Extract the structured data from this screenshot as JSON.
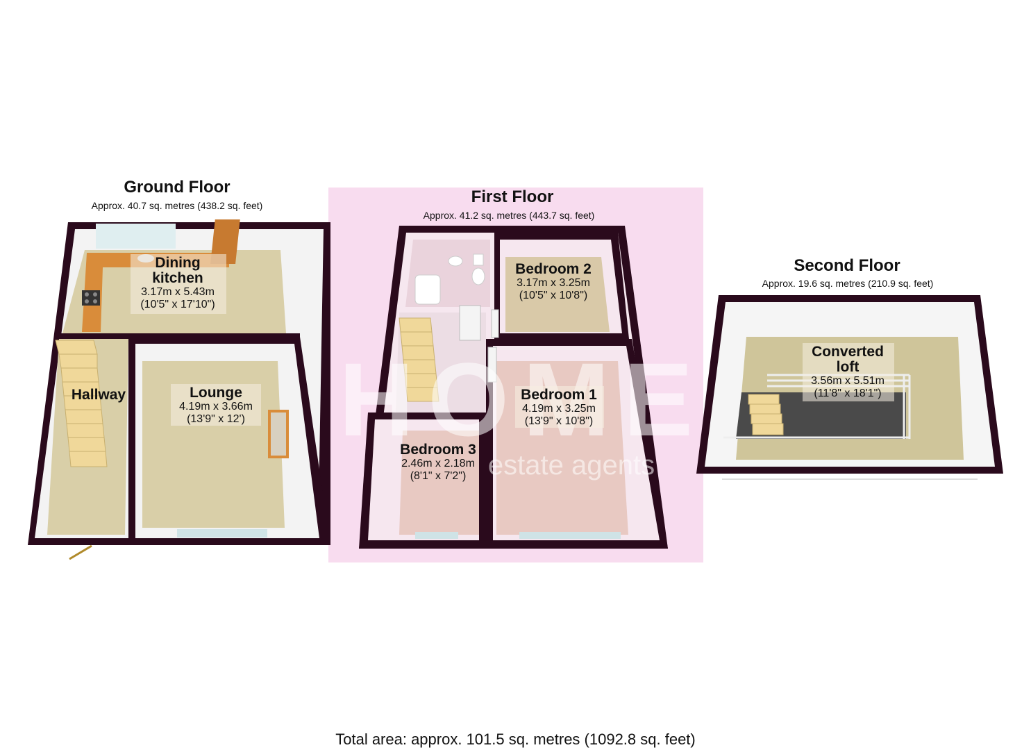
{
  "floors": {
    "ground": {
      "title": "Ground Floor",
      "area": "Approx. 40.7 sq. metres (438.2 sq. feet)",
      "rooms": {
        "dining_kitchen": {
          "name_line1": "Dining",
          "name_line2": "kitchen",
          "metric": "3.17m x 5.43m",
          "imperial": "(10'5\" x 17'10\")"
        },
        "hallway": {
          "name": "Hallway"
        },
        "lounge": {
          "name": "Lounge",
          "metric": "4.19m x 3.66m",
          "imperial": "(13'9\" x 12')"
        }
      }
    },
    "first": {
      "title": "First Floor",
      "area": "Approx. 41.2 sq. metres (443.7 sq. feet)",
      "rooms": {
        "bedroom2": {
          "name": "Bedroom 2",
          "metric": "3.17m x 3.25m",
          "imperial": "(10'5\" x 10'8\")"
        },
        "bedroom1": {
          "name": "Bedroom 1",
          "metric": "4.19m x 3.25m",
          "imperial": "(13'9\" x 10'8\")"
        },
        "bedroom3": {
          "name": "Bedroom 3",
          "metric": "2.46m x 2.18m",
          "imperial": "(8'1\" x 7'2\")"
        }
      }
    },
    "second": {
      "title": "Second Floor",
      "area": "Approx. 19.6 sq. metres (210.9 sq. feet)",
      "rooms": {
        "loft": {
          "name_line1": "Converted",
          "name_line2": "loft",
          "metric": "3.56m x 5.51m",
          "imperial": "(11'8\" x 18'1\")"
        }
      }
    }
  },
  "watermark": {
    "brand": "HOME",
    "tagline": "estate agents"
  },
  "total_area": "Total area: approx. 101.5 sq. metres (1092.8 sq. feet)",
  "colors": {
    "wall": "#2a0a1c",
    "ground_floor_carpet": "#d9cfa8",
    "first_floor_background": "#f8dcef",
    "first_floor_carpet": "#e8c9c2",
    "loft_carpet": "#cfc59a",
    "loft_void": "#4a4a4a"
  }
}
